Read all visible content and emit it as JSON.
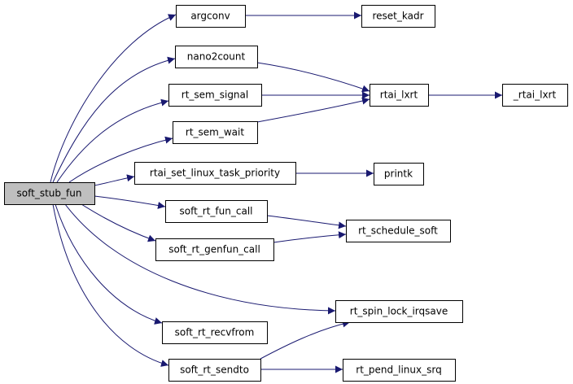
{
  "graph": {
    "nodes": [
      {
        "id": "soft_stub_fun",
        "label": "soft_stub_fun",
        "root": true
      },
      {
        "id": "argconv",
        "label": "argconv"
      },
      {
        "id": "reset_kadr",
        "label": "reset_kadr"
      },
      {
        "id": "nano2count",
        "label": "nano2count"
      },
      {
        "id": "rt_sem_signal",
        "label": "rt_sem_signal"
      },
      {
        "id": "rt_sem_wait",
        "label": "rt_sem_wait"
      },
      {
        "id": "rtai_lxrt",
        "label": "rtai_lxrt"
      },
      {
        "id": "_rtai_lxrt",
        "label": "_rtai_lxrt"
      },
      {
        "id": "rtai_set_linux_task_priority",
        "label": "rtai_set_linux_task_priority"
      },
      {
        "id": "printk",
        "label": "printk"
      },
      {
        "id": "soft_rt_fun_call",
        "label": "soft_rt_fun_call"
      },
      {
        "id": "soft_rt_genfun_call",
        "label": "soft_rt_genfun_call"
      },
      {
        "id": "rt_schedule_soft",
        "label": "rt_schedule_soft"
      },
      {
        "id": "rt_spin_lock_irqsave",
        "label": "rt_spin_lock_irqsave"
      },
      {
        "id": "soft_rt_recvfrom",
        "label": "soft_rt_recvfrom"
      },
      {
        "id": "soft_rt_sendto",
        "label": "soft_rt_sendto"
      },
      {
        "id": "rt_pend_linux_srq",
        "label": "rt_pend_linux_srq"
      }
    ],
    "edges": [
      {
        "from": "soft_stub_fun",
        "to": "argconv"
      },
      {
        "from": "soft_stub_fun",
        "to": "nano2count"
      },
      {
        "from": "soft_stub_fun",
        "to": "rt_sem_signal"
      },
      {
        "from": "soft_stub_fun",
        "to": "rt_sem_wait"
      },
      {
        "from": "soft_stub_fun",
        "to": "rtai_set_linux_task_priority"
      },
      {
        "from": "soft_stub_fun",
        "to": "soft_rt_fun_call"
      },
      {
        "from": "soft_stub_fun",
        "to": "soft_rt_genfun_call"
      },
      {
        "from": "soft_stub_fun",
        "to": "rt_spin_lock_irqsave"
      },
      {
        "from": "soft_stub_fun",
        "to": "soft_rt_recvfrom"
      },
      {
        "from": "soft_stub_fun",
        "to": "soft_rt_sendto"
      },
      {
        "from": "argconv",
        "to": "reset_kadr"
      },
      {
        "from": "nano2count",
        "to": "rtai_lxrt"
      },
      {
        "from": "rt_sem_signal",
        "to": "rtai_lxrt"
      },
      {
        "from": "rt_sem_wait",
        "to": "rtai_lxrt"
      },
      {
        "from": "rtai_lxrt",
        "to": "_rtai_lxrt"
      },
      {
        "from": "rtai_set_linux_task_priority",
        "to": "printk"
      },
      {
        "from": "soft_rt_fun_call",
        "to": "rt_schedule_soft"
      },
      {
        "from": "soft_rt_genfun_call",
        "to": "rt_schedule_soft"
      },
      {
        "from": "soft_rt_sendto",
        "to": "rt_spin_lock_irqsave"
      },
      {
        "from": "soft_rt_sendto",
        "to": "rt_pend_linux_srq"
      }
    ],
    "colors": {
      "edge": "#191970",
      "root_fill": "#bfbfbf",
      "node_fill": "#ffffff",
      "border": "#000000"
    }
  }
}
